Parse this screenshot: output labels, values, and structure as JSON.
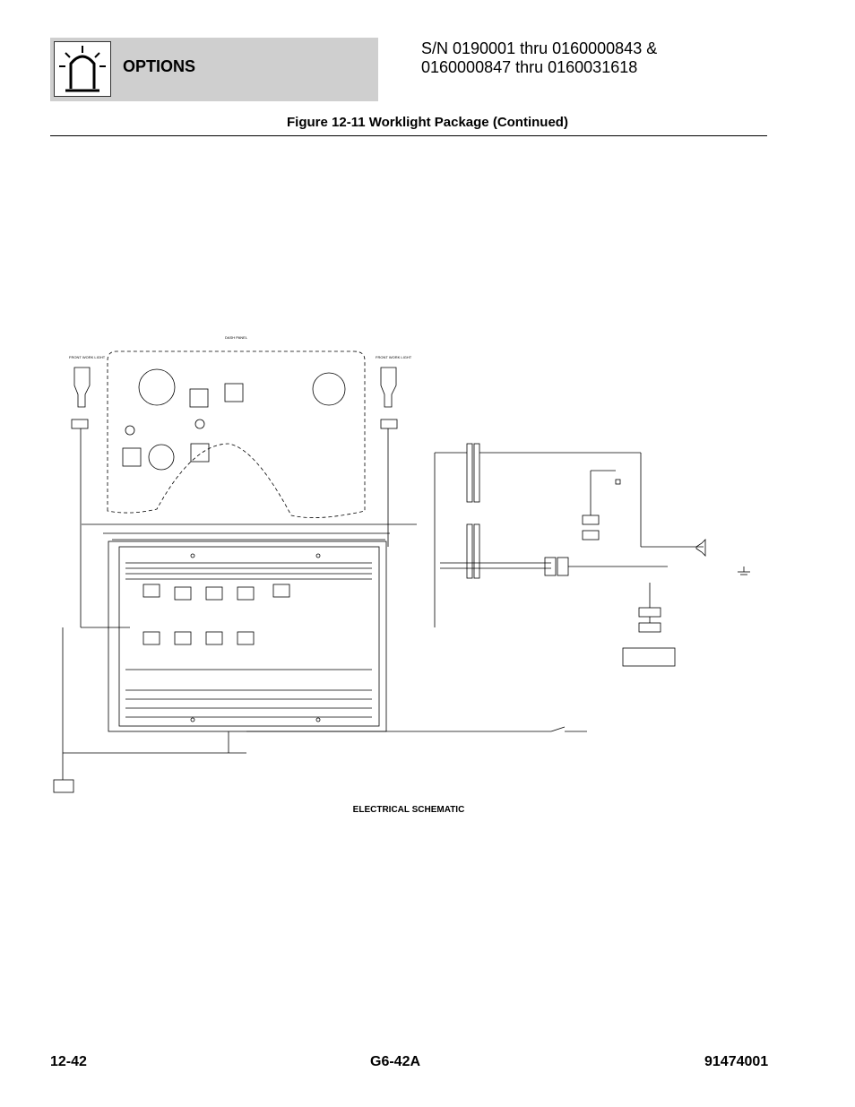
{
  "header": {
    "section_title": "OPTIONS",
    "serial_line1": "S/N 0190001 thru 0160000843 &",
    "serial_line2": "0160000847 thru 0160031618",
    "icon": "warning-beacon-icon"
  },
  "figure": {
    "title": "Figure 12-11 Worklight Package (Continued)",
    "caption": "ELECTRICAL SCHEMATIC",
    "labels": {
      "dash_panel": "DASH PANEL",
      "front_work_light_left": "FRONT WORK LIGHT",
      "front_work_light_right": "FRONT WORK LIGHT"
    }
  },
  "footer": {
    "page_number": "12-42",
    "model": "G6-42A",
    "part_number": "91474001"
  }
}
